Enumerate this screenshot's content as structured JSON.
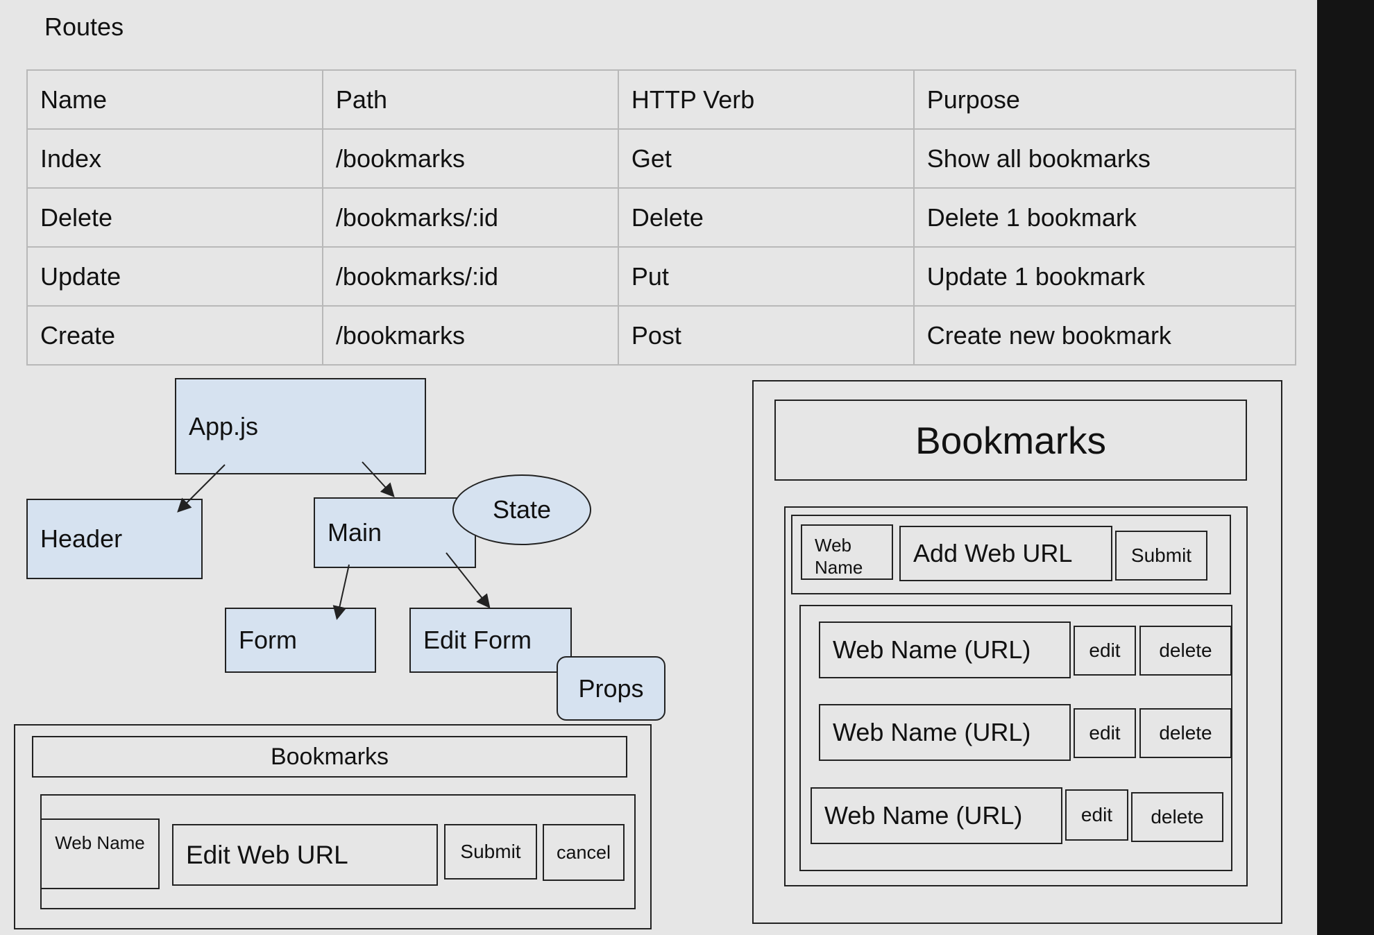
{
  "title": "Routes",
  "routes_table": {
    "headers": [
      "Name",
      "Path",
      "HTTP Verb",
      "Purpose"
    ],
    "rows": [
      [
        "Index",
        "/bookmarks",
        "Get",
        "Show all bookmarks"
      ],
      [
        "Delete",
        "/bookmarks/:id",
        "Delete",
        "Delete 1 bookmark"
      ],
      [
        "Update",
        "/bookmarks/:id",
        "Put",
        "Update 1 bookmark"
      ],
      [
        "Create",
        "/bookmarks",
        "Post",
        "Create new bookmark"
      ]
    ]
  },
  "component_tree": {
    "app": "App.js",
    "header": "Header",
    "main": "Main",
    "state": "State",
    "form": "Form",
    "edit_form": "Edit Form",
    "props": "Props"
  },
  "edit_mockup": {
    "heading": "Bookmarks",
    "name_field": "Web Name",
    "url_field": "Edit Web URL",
    "submit": "Submit",
    "cancel": "cancel"
  },
  "main_mockup": {
    "heading": "Bookmarks",
    "name_field": "Web Name",
    "url_field": "Add Web URL",
    "submit": "Submit",
    "items": [
      {
        "label": "Web Name (URL)",
        "edit": "edit",
        "delete": "delete"
      },
      {
        "label": "Web Name (URL)",
        "edit": "edit",
        "delete": "delete"
      },
      {
        "label": "Web Name (URL)",
        "edit": "edit",
        "delete": "delete"
      }
    ]
  }
}
